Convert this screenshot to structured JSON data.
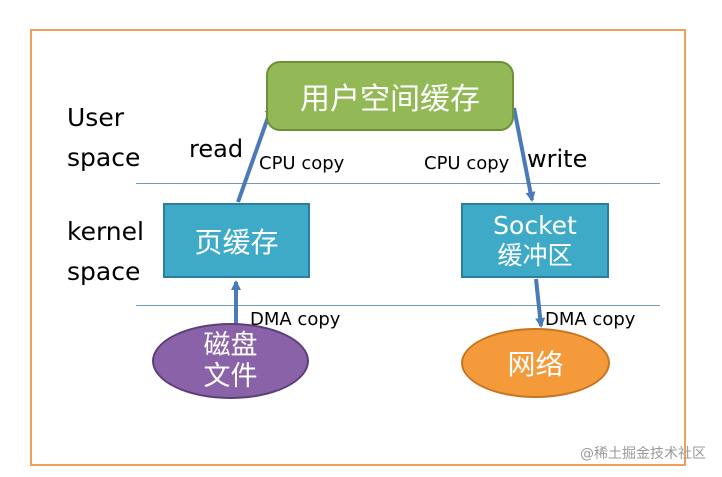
{
  "labels": {
    "user_space": [
      "User",
      "space"
    ],
    "kernel_space": [
      "kernel",
      "space"
    ],
    "read": "read",
    "write": "write",
    "cpu_copy_left": "CPU copy",
    "cpu_copy_right": "CPU copy",
    "dma_copy_left": "DMA copy",
    "dma_copy_right": "DMA copy"
  },
  "nodes": {
    "user_buffer": "用户空间缓存",
    "page_cache": "页缓存",
    "socket_buffer": [
      "Socket",
      "缓冲区"
    ],
    "disk_file": [
      "磁盘",
      "文件"
    ],
    "network": "网络"
  },
  "watermark": "@稀土掘金技术社区",
  "colors": {
    "frame": "#f0a05a",
    "user_buffer": "#93b957",
    "kernel_box": "#3faac8",
    "disk_file": "#8a62a8",
    "network": "#f49a3b",
    "arrow": "#4a7ab8",
    "separator": "#6f9bc0"
  }
}
